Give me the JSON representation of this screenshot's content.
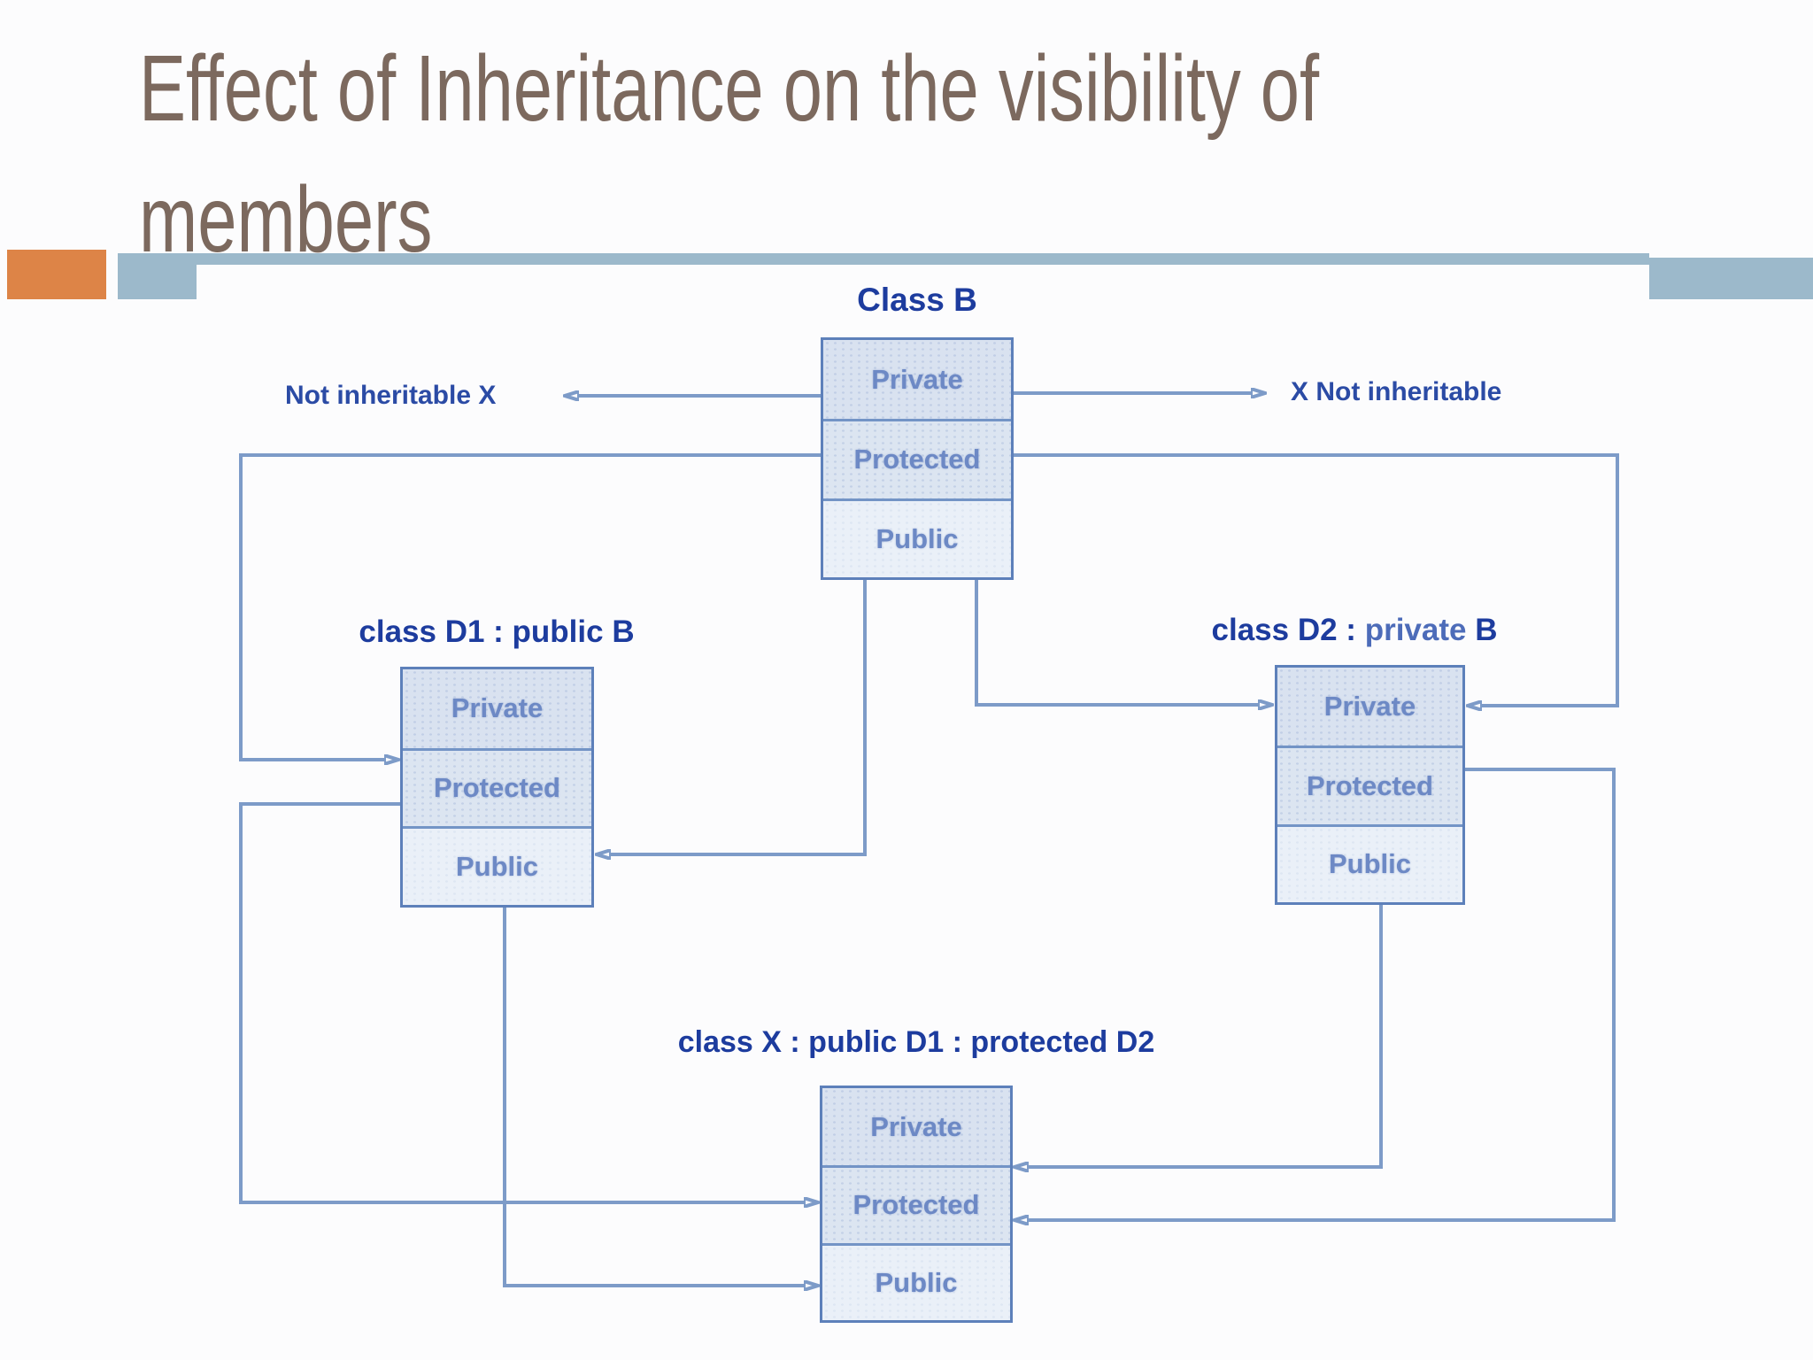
{
  "slide": {
    "title": "Effect of Inheritance on the visibility of members"
  },
  "theme": {
    "title_color": "#7c695e",
    "accent_orange": "#dd8447",
    "band_blue": "#9cb9cb",
    "diagram_navy": "#1d3c9e",
    "connector_blue": "#7d9bc8",
    "note_blue": "#2b4ba5"
  },
  "diagram": {
    "class_b": {
      "title": "Class B",
      "sections": [
        "Private",
        "Protected",
        "Public"
      ]
    },
    "class_d1": {
      "title": "class D1 : public B",
      "sections": [
        "Private",
        "Protected",
        "Public"
      ]
    },
    "class_d2": {
      "title_prefix": "class D2 : ",
      "title_emphasis": "private",
      "title_suffix": " B",
      "sections": [
        "Private",
        "Protected",
        "Public"
      ]
    },
    "class_x": {
      "title": "class X : public D1 : protected D2",
      "sections": [
        "Private",
        "Protected",
        "Public"
      ]
    },
    "notes": {
      "left": "Not inheritable X",
      "right": "X Not inheritable"
    }
  }
}
